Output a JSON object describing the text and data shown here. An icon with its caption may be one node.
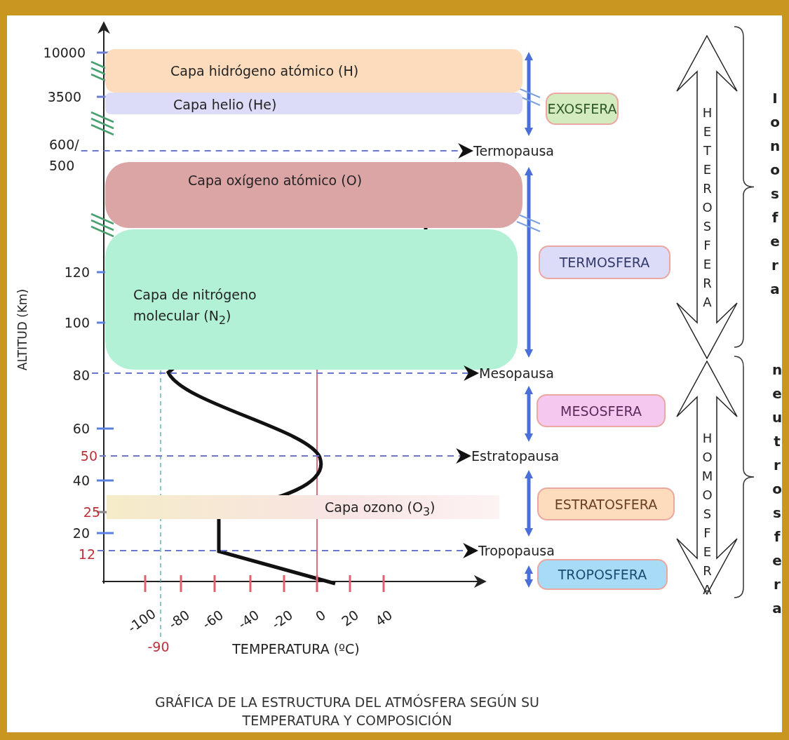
{
  "diagram": {
    "caption": "GRÁFICA DE LA ESTRUCTURA DEL ATMÓSFERA SEGÚN SU TEMPERATURA Y COMPOSICIÓN",
    "nodes": [
      {
        "text": [
          "Capa hidrógeno atómico (H)"
        ]
      },
      {
        "text": [
          "Capa helio (He)"
        ]
      },
      {
        "text": [
          "Capa oxígeno atómico (O)"
        ]
      },
      {
        "text": [
          "Capa de nitrógeno molecular (N$_{2}$)"
        ]
      },
      {
        "text": [
          "Capa ozono (O$_{3}$)"
        ]
      },
      {
        "text": [
          "Termopausa"
        ]
      },
      {
        "text": [
          "Mesopausa"
        ]
      },
      {
        "text": [
          "Estratopausa"
        ]
      },
      {
        "text": [
          "Tropopausa"
        ]
      },
      {
        "text": [
          "EXOSFERA"
        ]
      },
      {
        "text": [
          "TERMOSFERA"
        ]
      },
      {
        "text": [
          "MESOSFERA"
        ]
      },
      {
        "text": [
          "ESTRATOSFERA"
        ]
      },
      {
        "text": [
          "TROPOSFERA"
        ]
      },
      {
        "text": [
          "HETEROSFERA"
        ]
      },
      {
        "text": [
          "HOMOSFERA"
        ]
      },
      {
        "text": [
          "600/ 500"
        ]
      },
      {
        "text": [
          "80"
        ]
      },
      {
        "text": [
          "50"
        ]
      },
      {
        "text": [
          "12"
        ]
      }
    ],
    "edges": [
      {
        "from": 16,
        "to": 5,
        "arrow": "to",
        "style": "dashed"
      },
      {
        "from": 17,
        "to": 6,
        "arrow": "to",
        "style": "dashed"
      },
      {
        "from": 18,
        "to": 7,
        "arrow": "to",
        "style": "dashed"
      },
      {
        "from": 19,
        "to": 8,
        "arrow": "to",
        "style": "dashed"
      }
    ],
    "labels": [
      "10000",
      "3500",
      "120",
      "100",
      "60",
      "40",
      "25",
      "20",
      "ALTITUD (Km)",
      "-100",
      "-80",
      "-60",
      "-40",
      "-20",
      "0",
      "20",
      "40",
      "-90",
      "TEMPERATURA (ºC)",
      "Ionosfera",
      "neutrosfera"
    ]
  }
}
